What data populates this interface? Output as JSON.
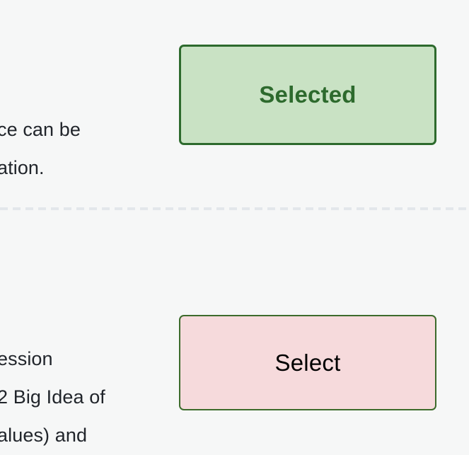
{
  "theme": {
    "page_background": "#f6f7f7",
    "text_color": "#21252b",
    "divider_color": "#e3e7eb",
    "selected_fill": "#c9e2c4",
    "selected_border": "#2d6a2d",
    "selected_text": "#2d6a2d",
    "select_fill": "#f6dadc",
    "select_border": "#3d6b2c",
    "select_text": "#000000"
  },
  "items": [
    {
      "id": "item-selected",
      "description_lines": [
        "ce can be",
        "ation."
      ],
      "button": {
        "label": "Selected",
        "state": "selected"
      }
    },
    {
      "id": "item-select",
      "description_lines": [
        "ession",
        "2 Big Idea of",
        "alues) and"
      ],
      "button": {
        "label": "Select",
        "state": "unselected"
      }
    }
  ]
}
